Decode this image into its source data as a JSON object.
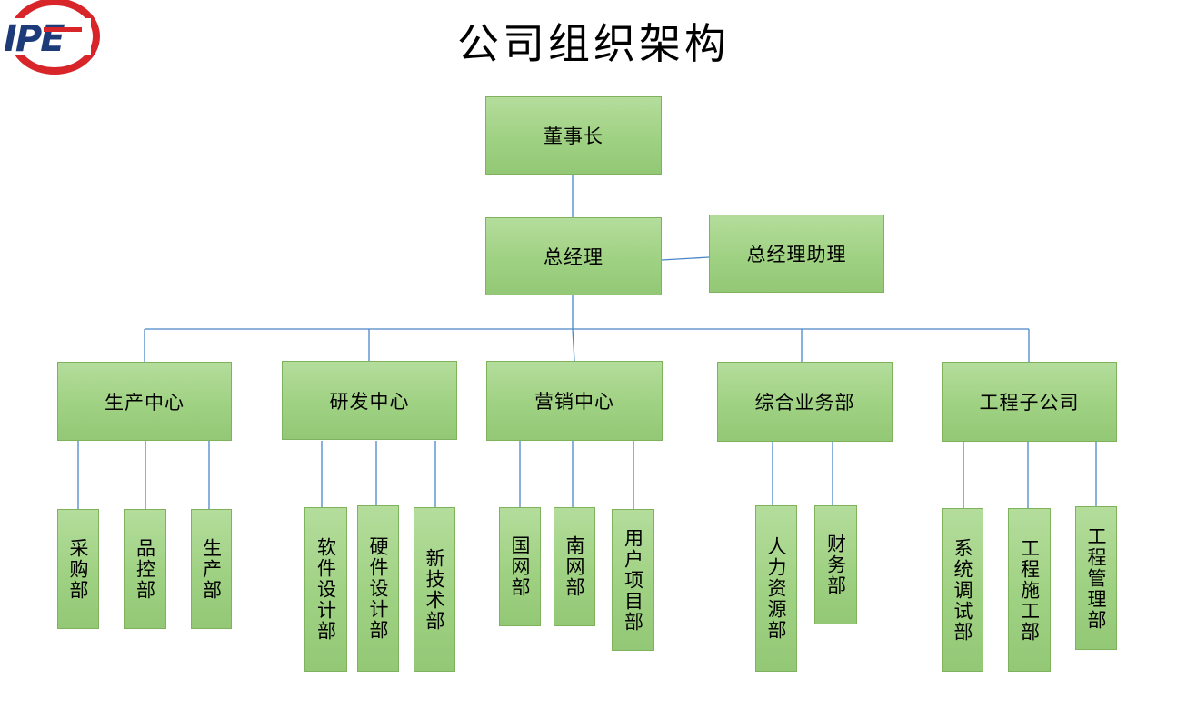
{
  "page": {
    "title": "公司组织架构",
    "logo_text": "IPE",
    "colors": {
      "box_fill": "#a4d58a",
      "box_border": "#7fb25c",
      "line": "#4a86c8",
      "logo_red": "#d8252a",
      "logo_navy": "#1d3b78"
    }
  },
  "org": {
    "chairman": "董事长",
    "gm": "总经理",
    "assistant": "总经理助理",
    "centers": [
      {
        "name": "生产中心",
        "departments": [
          "采购部",
          "品控部",
          "生产部"
        ]
      },
      {
        "name": "研发中心",
        "departments": [
          "软件设计部",
          "硬件设计部",
          "新技术部"
        ]
      },
      {
        "name": "营销中心",
        "departments": [
          "国网部",
          "南网部",
          "用户项目部"
        ]
      },
      {
        "name": "综合业务部",
        "departments": [
          "人力资源部",
          "财务部"
        ]
      },
      {
        "name": "工程子公司",
        "departments": [
          "系统调试部",
          "工程施工部",
          "工程管理部"
        ]
      }
    ]
  }
}
